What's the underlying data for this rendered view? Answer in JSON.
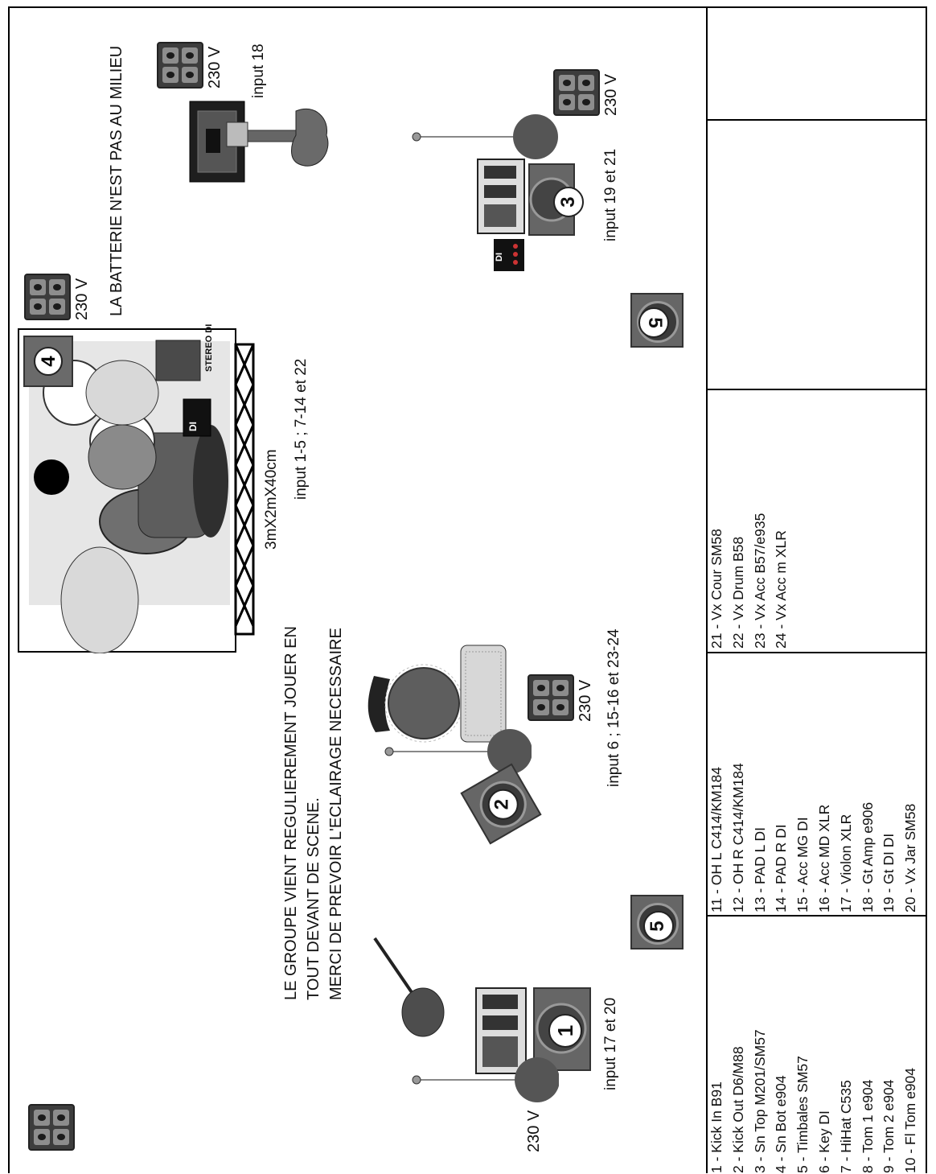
{
  "notes": {
    "batterie": "LA BATTERIE N'EST PAS AU MILIEU",
    "groupe_l1": "LE GROUPE VIENT REGULIEREMENT JOUER EN",
    "groupe_l2": "TOUT DEVANT DE SCENE.",
    "groupe_l3": "MERCI DE PREVOIR L'ECLAIRAGE NECESSAIRE",
    "riser": "3mX2mX40cm"
  },
  "power_label": "230 V",
  "inputs": {
    "drums": "input 1-5 ; 7-14 et 22",
    "guitar": "input 18",
    "right": "input 19 et 21",
    "center": "input 6 ; 15-16 et 23-24",
    "left": "input 17 et 20"
  },
  "equipment": {
    "di": "DI",
    "stereo_di": "STEREO DI"
  },
  "monitors": [
    "1",
    "2",
    "3",
    "4",
    "5",
    "5"
  ],
  "patch_list": {
    "col1": [
      "1  - Kick In  B91",
      "2  - Kick Out  D6/M88",
      "3  - Sn Top  M201/SM57",
      "4  - Sn Bot  e904",
      "5  - Timbales  SM57",
      "6  - Key  DI",
      "7  - HiHat  C535",
      "8  - Tom 1  e904",
      "9  - Tom 2  e904",
      "10 - Fl Tom  e904"
    ],
    "col2": [
      "11 - OH L  C414/KM184",
      "12 - OH R  C414/KM184",
      "13 - PAD L  DI",
      "14 - PAD R  DI",
      "15 - Acc MG  DI",
      "16 - Acc MD  XLR",
      "17 - Violon  XLR",
      "18 - Gt Amp  e906",
      "19 - Gt DI  DI",
      "20 - Vx Jar  SM58"
    ],
    "col3": [
      "21 - Vx Cour  SM58",
      "22 - Vx Drum  B58",
      "23 - Vx Acc  B57/e935",
      "24 - Vx Acc m  XLR"
    ]
  },
  "colors": {
    "stroke": "#000000",
    "gear_dark": "#3a3a3a",
    "gear_mid": "#777777",
    "riser_fill": "#e4e4e4"
  }
}
